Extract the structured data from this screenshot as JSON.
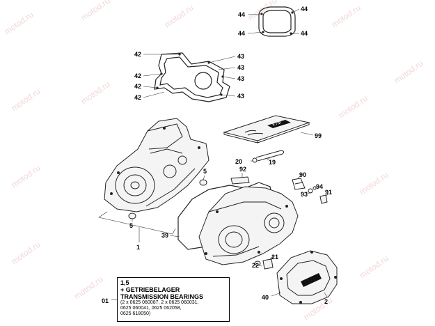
{
  "watermark": "motod.ru",
  "callouts": {
    "c44a": "44",
    "c44b": "44",
    "c44c": "44",
    "c44d": "44",
    "c42a": "42",
    "c42b": "42",
    "c42c": "42",
    "c42d": "42",
    "c43a": "43",
    "c43b": "43",
    "c43c": "43",
    "c43d": "43",
    "c99": "99",
    "c20": "20",
    "c19": "19",
    "c92": "92",
    "c90": "90",
    "c94": "94",
    "c93": "93",
    "c91": "91",
    "c5a": "5",
    "c5b": "5",
    "c39": "39",
    "c1": "1",
    "c22": "22",
    "c21": "21",
    "c40": "40",
    "c2": "2"
  },
  "info_box": {
    "ref": "01",
    "line1": "1,5",
    "line2": "+ GETRIEBELAGER",
    "line3": "TRANSMISSION BEARINGS",
    "line4": "(2 x 0625 060087, 2 x 0625 060031,",
    "line5": "0625 060041, 0625 062058,",
    "line6": "0625 618050)"
  },
  "kit_label": "KTM"
}
